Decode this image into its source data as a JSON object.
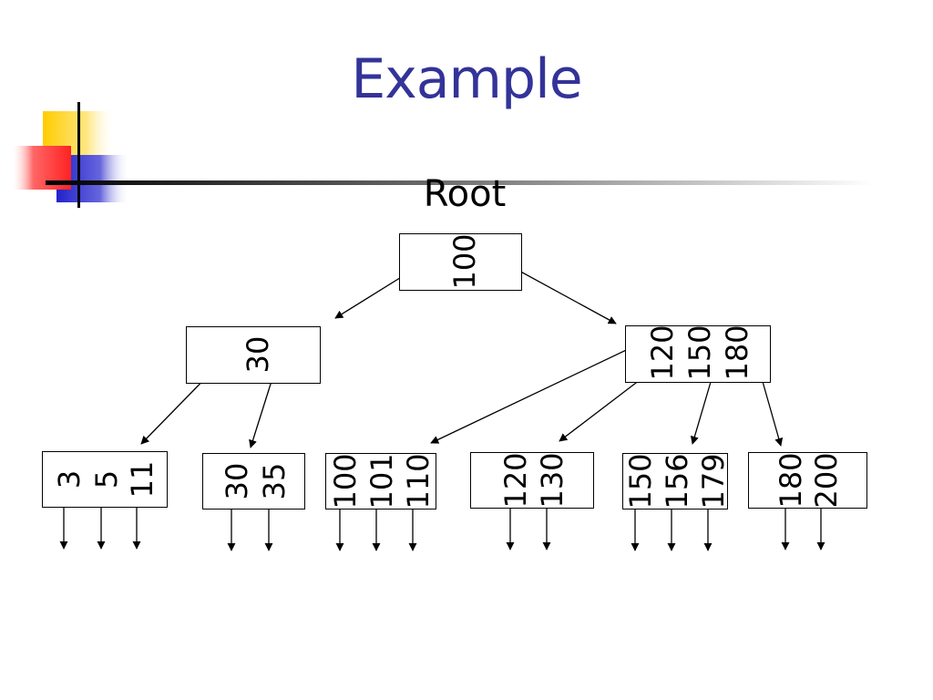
{
  "slide": {
    "title": "Example",
    "root_label": "Root"
  },
  "tree": {
    "root": {
      "keys": [
        "100"
      ]
    },
    "internal_left": {
      "keys": [
        "30"
      ]
    },
    "internal_right": {
      "keys": [
        "120",
        "150",
        "180"
      ]
    },
    "leaves": [
      {
        "keys": [
          "3",
          "5",
          "11"
        ]
      },
      {
        "keys": [
          "30",
          "35"
        ]
      },
      {
        "keys": [
          "100",
          "101",
          "110"
        ]
      },
      {
        "keys": [
          "120",
          "130"
        ]
      },
      {
        "keys": [
          "150",
          "156",
          "179"
        ]
      },
      {
        "keys": [
          "180",
          "200"
        ]
      }
    ]
  },
  "colors": {
    "title": "#333399",
    "deco_yellow": "#FFCC00",
    "deco_red": "#FF3333",
    "deco_blue": "#3333CC"
  }
}
